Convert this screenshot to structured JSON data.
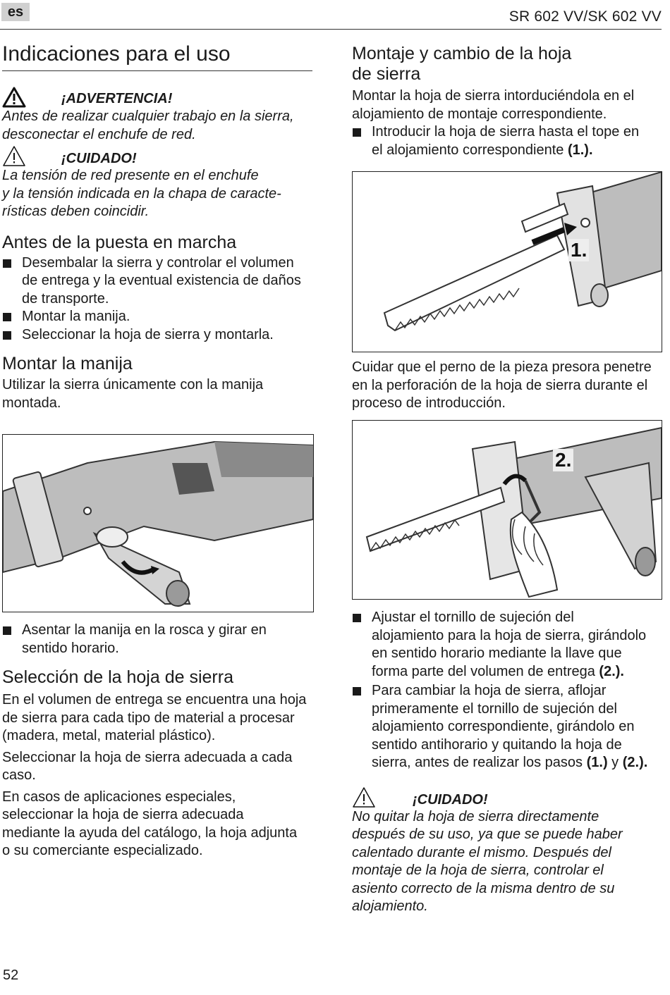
{
  "header": {
    "lang": "es",
    "model": "SR 602 VV/SK 602 VV"
  },
  "left": {
    "section_title": "Indicaciones para el uso",
    "warning": {
      "title": "¡ADVERTENCIA!",
      "text": "Antes de realizar cualquier trabajo en la sierra, desconectar el enchufe de red."
    },
    "caution": {
      "title": "¡CUIDADO!",
      "lines": [
        "La tensión de red presente en el enchufe",
        "y la tensión indicada en la chapa de caracte-",
        "rísticas deben coincidir."
      ]
    },
    "startup": {
      "title": "Antes de la puesta en marcha",
      "items": [
        "Desembalar la sierra y controlar el volumen de entrega y la eventual existencia de daños de transporte.",
        "Montar la manija.",
        "Seleccionar la hoja de sierra y montarla."
      ]
    },
    "handle": {
      "title": "Montar la manija",
      "text": "Utilizar la sierra únicamente con la manija montada.",
      "item": "Asentar la manija en la rosca y girar en sentido horario."
    },
    "blade_selection": {
      "title": "Selección de la hoja de sierra",
      "p1": "En el volumen de entrega se encuentra una hoja de sierra para cada tipo de material a procesar (madera, metal, material plástico).",
      "p2": "Seleccionar la hoja de sierra adecuada a cada caso.",
      "p3": "En casos de aplicaciones especiales, seleccionar la hoja de sierra adecuada mediante la ayuda del catálogo, la hoja adjunta o su comerciante especializado."
    }
  },
  "right": {
    "mount_title_1": "Montaje y cambio de la hoja",
    "mount_title_2": "de sierra",
    "mount_text": "Montar la hoja de sierra intorduciéndola en el alojamiento de montaje correspondiente.",
    "mount_item": "Introducir la hoja de sierra hasta el tope en el alojamiento correspondiente",
    "mount_ref": "(1.).",
    "fig1_label": "1.",
    "pin_text": "Cuidar que el perno de la pieza presora penetre en la perforación de la hoja de sierra durante el proceso de introducción.",
    "fig2_label": "2.",
    "item_tighten": "Ajustar el tornillo de sujeción del alojamiento para la hoja de sierra, girándolo en sentido horario mediante la llave que forma parte del volumen de entrega",
    "item_tighten_ref": "(2.).",
    "item_change": "Para cambiar la hoja de sierra, aflojar primeramente el tornillo de sujeción del alojamiento correspondiente, girándolo en sentido antihorario y quitando la hoja de sierra, antes de realizar los pasos",
    "item_change_ref1": "(1.)",
    "item_change_y": "y",
    "item_change_ref2": "(2.).",
    "caution": {
      "title": "¡CUIDADO!",
      "text": "No quitar la hoja de sierra directamente después de su uso, ya que se puede haber calentado durante el mismo. Después del montaje de la hoja de sierra, controlar el asiento correcto de la misma dentro de su alojamiento."
    }
  },
  "footer": {
    "page": "52"
  }
}
